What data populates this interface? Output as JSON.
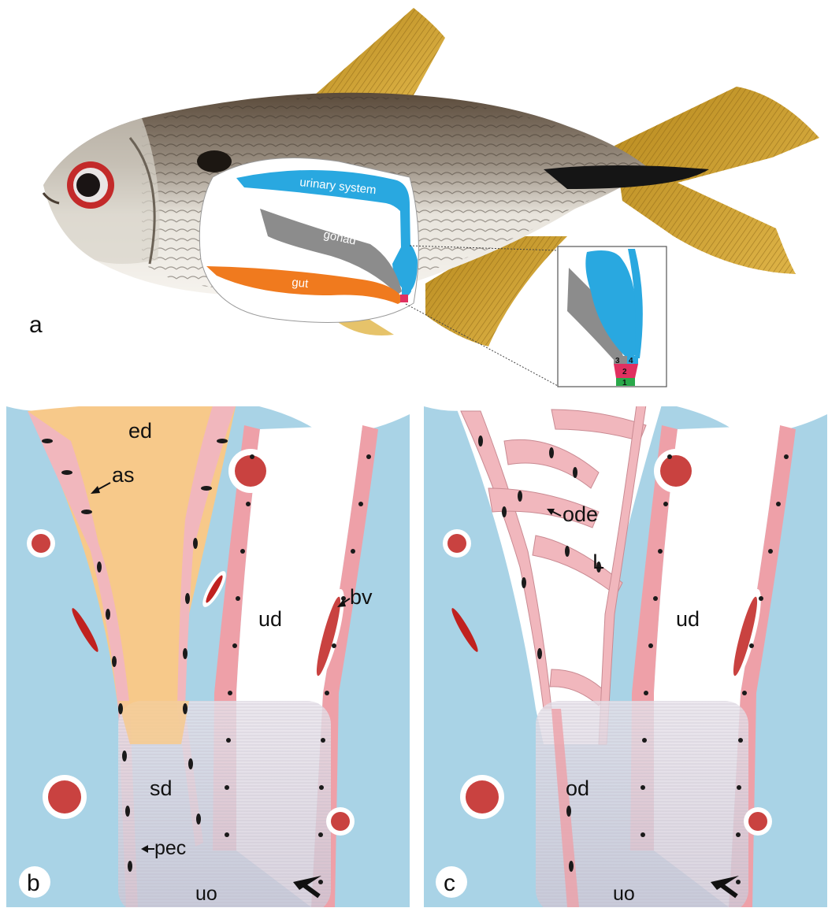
{
  "panel_a": {
    "letter": "a",
    "organ_labels": {
      "urinary": "urinary system",
      "gonad": "gonad",
      "gut": "gut"
    },
    "inset_numbers": [
      "1",
      "2",
      "3",
      "4"
    ]
  },
  "panel_b": {
    "letter": "b",
    "labels": {
      "ed": "ed",
      "as": "as",
      "ud": "ud",
      "bv": "bv",
      "sd": "sd",
      "pec": "pec",
      "uo": "uo"
    }
  },
  "panel_c": {
    "letter": "c",
    "labels": {
      "ode": "ode",
      "L": "L",
      "ud": "ud",
      "od": "od",
      "uo": "uo"
    }
  },
  "colors": {
    "urinary": "#29a8e0",
    "gonad": "#8c8c8c",
    "gut": "#f07a1e",
    "tissue_bg": "#a9d3e6",
    "lumen": "#f7c98a",
    "epithelium": "#f1b7bd",
    "nucleus": "#1a1a1a",
    "blood": "#c0211f",
    "segment_1": "#2aa84a",
    "segment_2": "#e03060"
  }
}
